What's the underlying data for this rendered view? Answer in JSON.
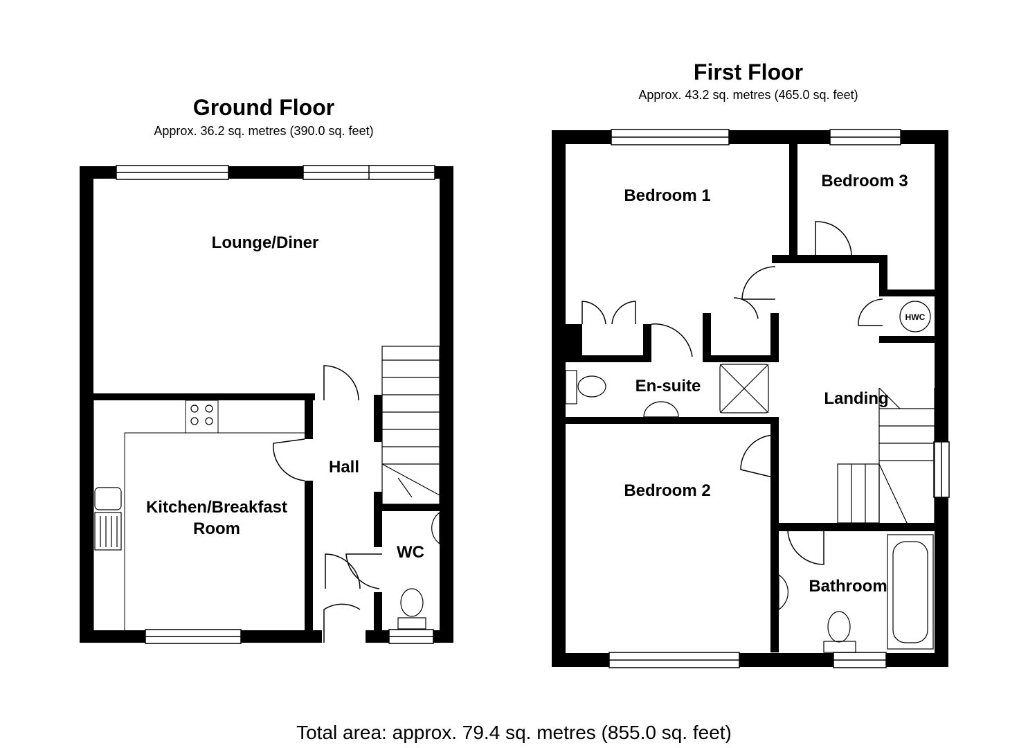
{
  "ground_floor": {
    "title": "Ground Floor",
    "area": "Approx. 36.2 sq. metres (390.0 sq. feet)",
    "rooms": {
      "lounge": "Lounge/Diner",
      "kitchen_line1": "Kitchen/Breakfast",
      "kitchen_line2": "Room",
      "hall": "Hall",
      "wc": "WC"
    }
  },
  "first_floor": {
    "title": "First Floor",
    "area": "Approx. 43.2 sq. metres (465.0 sq. feet)",
    "rooms": {
      "bedroom1": "Bedroom 1",
      "bedroom2": "Bedroom 2",
      "bedroom3": "Bedroom 3",
      "ensuite": "En-suite",
      "landing": "Landing",
      "bathroom": "Bathroom",
      "hwc": "HWC"
    }
  },
  "total_area": "Total area: approx. 79.4 sq. metres (855.0 sq. feet)",
  "colors": {
    "wall": "#000000",
    "background": "#ffffff",
    "fixture": "#555555"
  }
}
